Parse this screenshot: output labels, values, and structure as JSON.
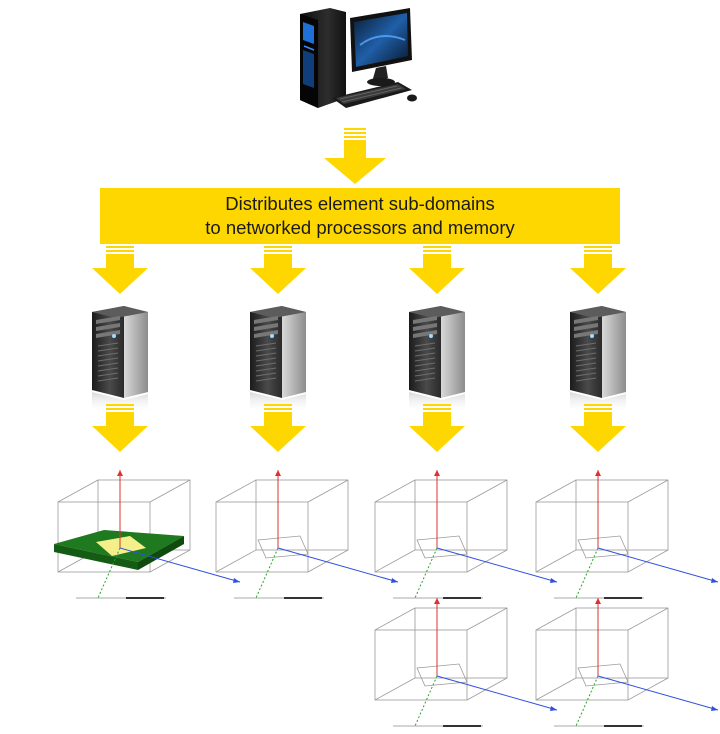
{
  "banner": {
    "line1": "Distributes element sub-domains",
    "line2": "to networked processors and memory"
  },
  "colors": {
    "arrow": "#FFD700",
    "arrow_shade": "#F2C200",
    "board_green": "#1F7A1F",
    "pad_yellow": "#F4EF8A",
    "mesh_line": "#9a9a9a",
    "axis_red": "#E03030",
    "axis_blue": "#3050E0",
    "axis_green": "#30A030"
  },
  "icons": {
    "host": "desktop-computer-icon",
    "node": "server-tower-icon"
  },
  "nodes": [
    {
      "id": "node-1",
      "sub_domains": 1
    },
    {
      "id": "node-2",
      "sub_domains": 1
    },
    {
      "id": "node-3",
      "sub_domains": 2
    },
    {
      "id": "node-4",
      "sub_domains": 2
    }
  ]
}
